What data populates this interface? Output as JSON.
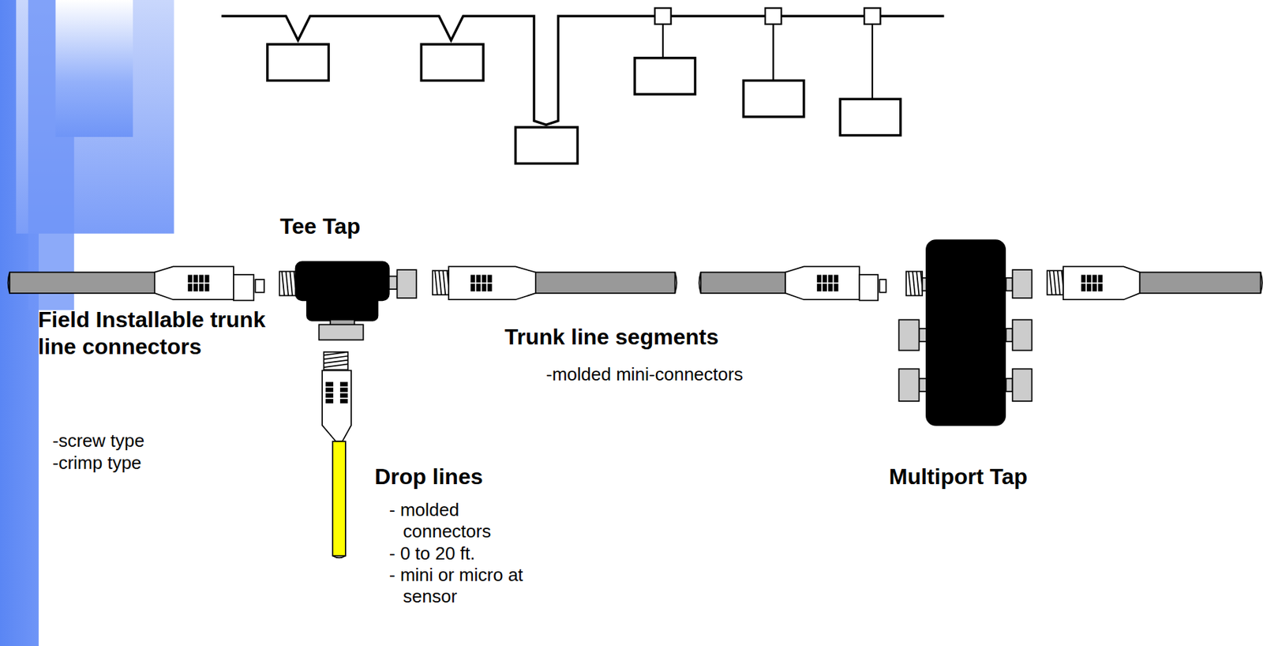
{
  "diagram": {
    "labels": [
      "Tee Tap",
      "Field Installable trunk line connectors",
      "-screw type",
      "-crimp type",
      "Trunk line segments",
      "-molded mini-connectors",
      "Drop lines",
      "- molded connectors",
      "- 0 to 20 ft.",
      "- mini or micro at sensor",
      "Multiport Tap"
    ]
  }
}
